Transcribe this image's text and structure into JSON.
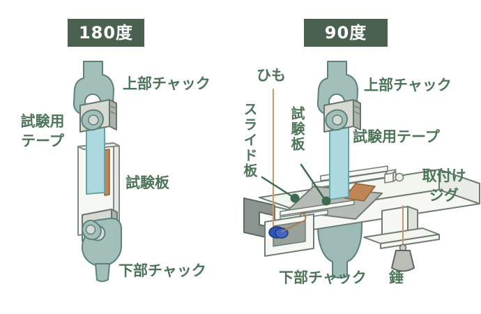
{
  "figure": {
    "description_hint": "peel adhesion test setups",
    "left_diagram": {
      "badge": "180度",
      "labels": {
        "upper_chuck": "上部チャック",
        "test_tape": "試験用\nテープ",
        "test_plate": "試験板",
        "lower_chuck": "下部チャック"
      }
    },
    "right_diagram": {
      "badge": "90度",
      "labels": {
        "string": "ひも",
        "slide_plate": "スライド板",
        "test_plate": "試験板",
        "upper_chuck": "上部チャック",
        "test_tape": "試験用テープ",
        "mounting_jig": "取付け\nジグ",
        "lower_chuck": "下部チャック",
        "weight": "錘"
      }
    },
    "colors": {
      "badge_bg": "#4a614f",
      "label_text": "#4d7559",
      "chuck_teal": "#a2bfba",
      "tape_teal": "#abd9de",
      "adhesive_brown": "#c08555",
      "metal_gray": "#d7dad3",
      "white_part": "#f7f8f4",
      "dark_end_gray": "#8b948d",
      "slide_plate_gray": "#b6bbb5",
      "pulley_blue": "#2d55ad",
      "string_brown": "#c49a6c",
      "leader_green": "#3e6b50"
    }
  }
}
